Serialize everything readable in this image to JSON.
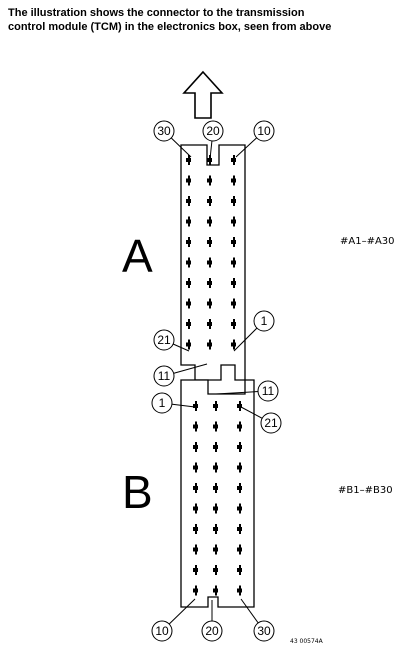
{
  "caption": {
    "line1": "The illustration shows the connector to the transmission",
    "line2": "control module (TCM) in the electronics box, seen from above"
  },
  "blocks": [
    {
      "letter": "A",
      "range": "#A1–#A30"
    },
    {
      "letter": "B",
      "range": "#B1–#B30"
    }
  ],
  "callouts_a": [
    "30",
    "20",
    "10",
    "21",
    "1",
    "11"
  ],
  "callouts_b": [
    "11",
    "1",
    "21",
    "10",
    "20",
    "30"
  ],
  "figure_code": "43 00574A"
}
